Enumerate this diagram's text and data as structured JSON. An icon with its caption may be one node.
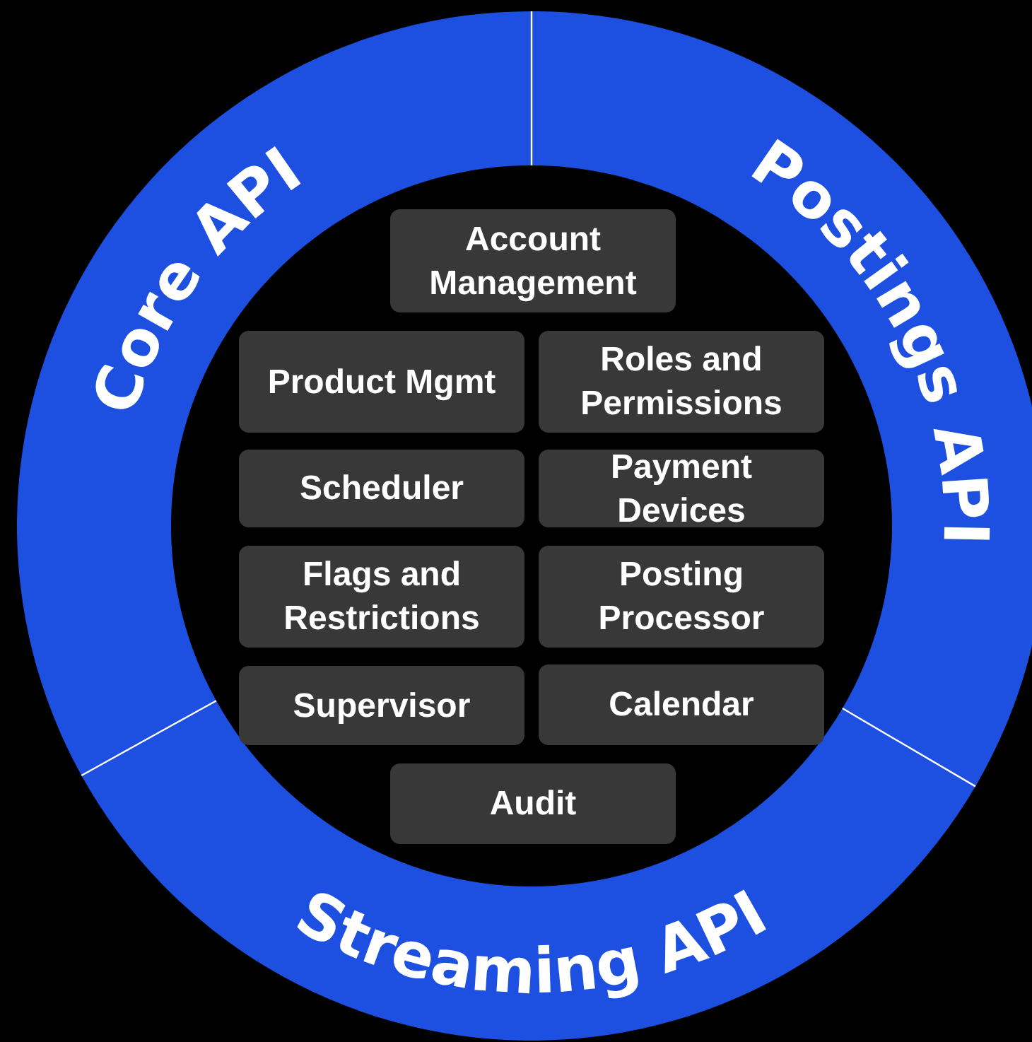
{
  "diagram": {
    "nodes": [
      {
        "text": [
          "Core API"
        ]
      },
      {
        "text": [
          "Postings API"
        ]
      },
      {
        "text": [
          "Account Management"
        ]
      },
      {
        "text": [
          "Product Mgmt"
        ]
      },
      {
        "text": [
          "Roles and Permissions"
        ]
      },
      {
        "text": [
          "Scheduler"
        ]
      },
      {
        "text": [
          "Payment Devices"
        ]
      },
      {
        "text": [
          "Flags and Restrictions"
        ]
      },
      {
        "text": [
          "Posting Processor"
        ]
      },
      {
        "text": [
          "Supervisor"
        ]
      },
      {
        "text": [
          "Calendar"
        ]
      },
      {
        "text": [
          "Audit"
        ]
      },
      {
        "text": [
          "Streaming API"
        ]
      }
    ]
  }
}
